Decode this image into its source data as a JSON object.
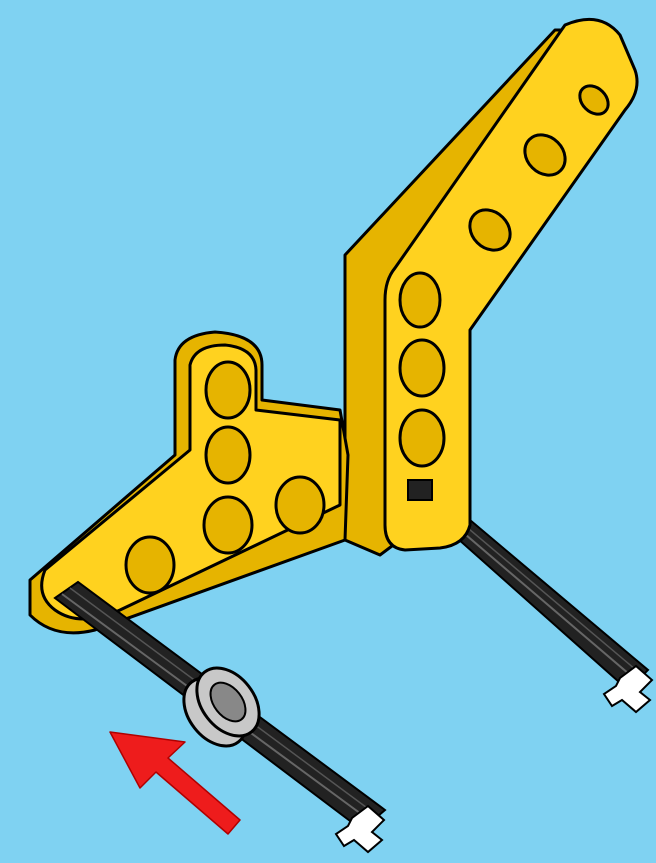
{
  "scene": {
    "background_color": "#7fd2f2",
    "beam_color": "#ffd21f",
    "beam_shade_color": "#e6b400",
    "axle_color": "#222222",
    "bush_color": "#c8c8c8",
    "arrow_color": "#ee1c1c",
    "outline_color": "#000000"
  },
  "parts": [
    {
      "name": "vertical-l-beam",
      "kind": "L-shaped liftarm"
    },
    {
      "name": "t-beam",
      "kind": "T-shaped liftarm"
    },
    {
      "name": "right-axle",
      "kind": "cross axle"
    },
    {
      "name": "front-axle",
      "kind": "cross axle"
    },
    {
      "name": "bush",
      "kind": "bush on axle"
    },
    {
      "name": "insert-arrow",
      "kind": "direction arrow"
    }
  ]
}
